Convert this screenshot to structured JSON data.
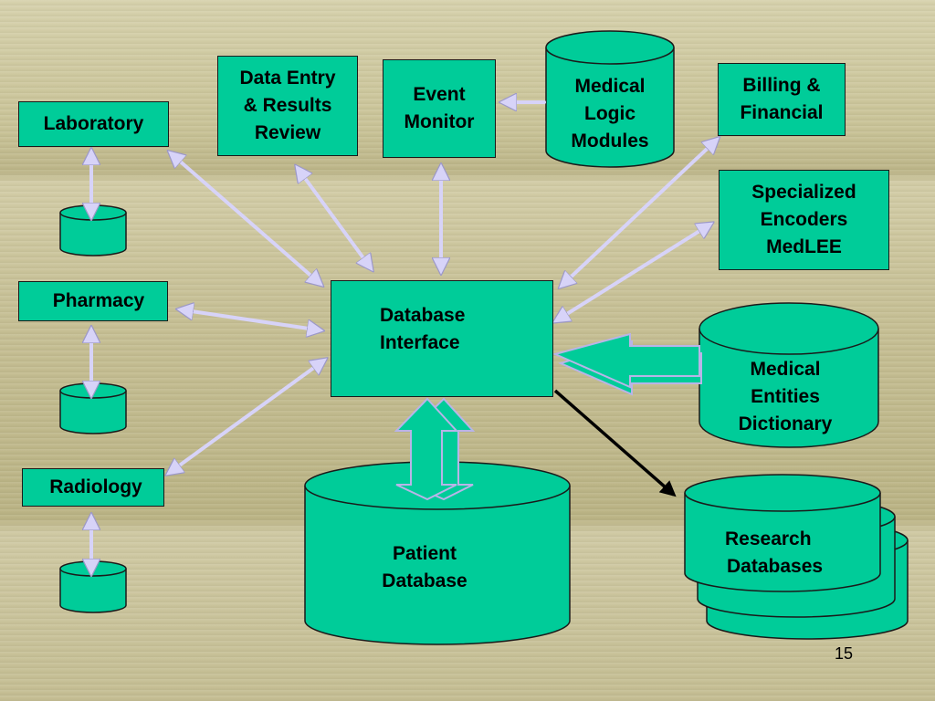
{
  "nodes": {
    "laboratory": {
      "label": "Laboratory"
    },
    "pharmacy": {
      "label": "Pharmacy"
    },
    "radiology": {
      "label": "Radiology"
    },
    "data_entry": {
      "line1": "Data Entry",
      "line2": "& Results",
      "line3": "Review"
    },
    "event_monitor": {
      "line1": "Event",
      "line2": "Monitor"
    },
    "medical_logic": {
      "line1": "Medical",
      "line2": "Logic",
      "line3": "Modules"
    },
    "billing": {
      "line1": "Billing &",
      "line2": "Financial"
    },
    "encoders": {
      "line1": "Specialized",
      "line2": "Encoders",
      "line3": "MedLEE"
    },
    "database_interface": {
      "line1": "Database",
      "line2": "Interface"
    },
    "med": {
      "line1": "Medical",
      "line2": "Entities",
      "line3": "Dictionary"
    },
    "patient_db": {
      "line1": "Patient",
      "line2": "Database"
    },
    "research_db": {
      "line1": "Research",
      "line2": "Databases"
    }
  },
  "page_number": "15",
  "colors": {
    "node_fill": "#00cc99",
    "connector": "#d7d3f8",
    "outline": "#1a1a1a",
    "output_arrow": "#000000"
  }
}
